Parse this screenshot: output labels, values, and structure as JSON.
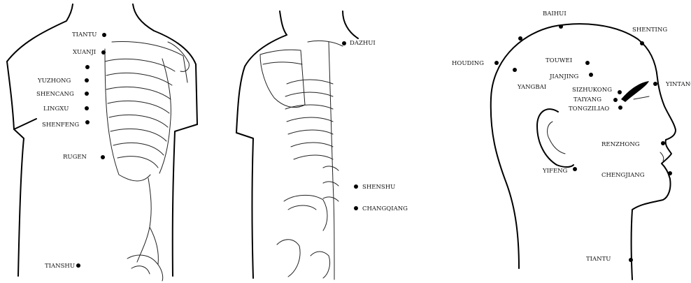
{
  "colors": {
    "ink": "#000000",
    "background": "#ffffff"
  },
  "panels": {
    "front_torso": {
      "points": [
        "TIANTU",
        "XUANJI",
        "YUZHONG",
        "SHENCANG",
        "LINGXU",
        "SHENFENG",
        "RUGEN",
        "TIANSHU"
      ]
    },
    "back_torso": {
      "points": [
        "DAZHUI",
        "SHENSHU",
        "CHANGQIANG"
      ]
    },
    "head_profile": {
      "points": [
        "BAIHUI",
        "SHENTING",
        "HOUDING",
        "TOUWEI",
        "JIANJING",
        "YINTANG",
        "YANGBAI",
        "SIZHUKONG",
        "TAIYANG",
        "TONGZILIAO",
        "RENZHONG",
        "YIFENG",
        "CHENGJIANG",
        "TIANTU"
      ]
    }
  }
}
